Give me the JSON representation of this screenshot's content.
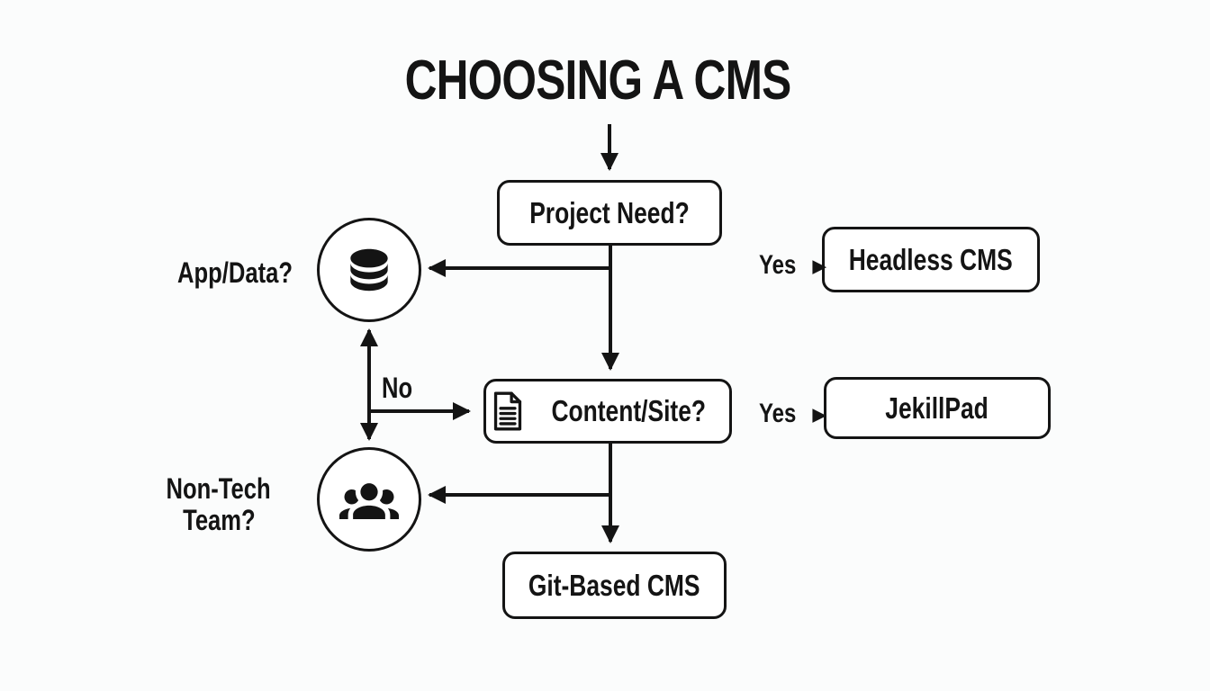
{
  "title": "CHOOSING A CMS",
  "nodes": {
    "project_need": {
      "label": "Project Need?"
    },
    "headless_cms": {
      "label": "Headless CMS"
    },
    "content_site": {
      "label": "Content/Site?"
    },
    "jekillpad": {
      "label": "JekillPad"
    },
    "git_based_cms": {
      "label": "Git-Based CMS"
    },
    "app_data": {
      "label": "App/Data?"
    },
    "non_tech_team": {
      "label_line1": "Non-Tech",
      "label_line2": "Team?"
    }
  },
  "edge_labels": {
    "yes_to_headless": "Yes",
    "yes_to_jekillpad": "Yes",
    "no_between_circles": "No"
  },
  "icons": {
    "database": "database-icon",
    "team": "team-icon",
    "document": "document-icon",
    "yes_pointer": "▶"
  },
  "colors": {
    "ink": "#141414",
    "background": "#fbfcfc",
    "node_fill": "#ffffff"
  }
}
